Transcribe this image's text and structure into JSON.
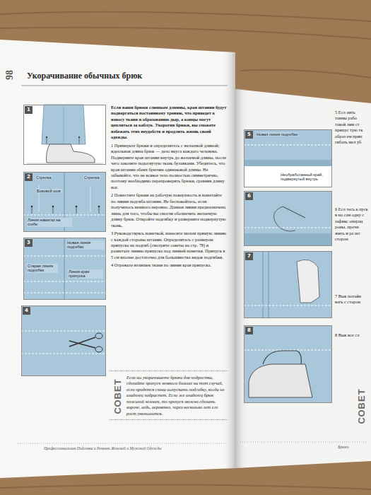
{
  "diagram": {
    "title": "Укорачивание обычных брюк",
    "nodes": [
      {
        "text": [
          "1"
        ]
      },
      {
        "text": [
          "2",
          "Стрелка",
          "Боковой шов",
          "Стрелка",
          "Линия наметки на сгибе"
        ]
      },
      {
        "text": [
          "3",
          "Новая линия подгибки",
          "Старая линия подгибки",
          "Линия края припуска"
        ]
      },
      {
        "text": [
          "4"
        ]
      },
      {
        "text": [
          "СОВЕТ",
          "Если вы укорачиваете брюки для подростка, сделайте припуск немного больше на тот случай, если придется снова выпускать подгибку, когда их владелец подрастет. Если же владелец брюк пожилой человек, то припуск можно сделать короче, ведь, вероятно, через несколько лет его рост уменьшится."
        ]
      },
      {
        "text": [
          "5",
          "Новая линия подгибки",
          "Необработанный край, подвернутый внутрь"
        ]
      },
      {
        "text": [
          "6"
        ]
      },
      {
        "text": [
          "7"
        ]
      },
      {
        "text": [
          "8"
        ]
      },
      {
        "text": [
          "СОВЕТ"
        ]
      }
    ],
    "labels": [
      "98",
      "Если ваши брюки слишком длинны, края штанин будут подвергаться постоянному трению, что приведет к износу ткани и образованию дыр, а концы могут цепляться за каблук. Укоротив брюки, вы сможете избежать этих неудобств и продлить жизнь своей одежды.",
      "1 Примерьте брюки и определитесь с желаемой длиной; идеальная длина брюк — дело вкуса каждого человека. Подверните края штанин внутрь до желаемой длины, после чего заколите подогнутую ткань булавками. Убедитесь, что края штанин обеих брючин одинаковой длины. Не забывайте, что не всякое тело полностью симметрично, поэтому необходимо перепроверить брюки, сравнив длину ног.",
      "2 Поместите брюки на рабочую поверхность и наметайте по линии подгиба штанин. Не беспокойтесь, если получилось немного неровно. Данная линия предназначена лишь для того, чтобы вы смогли обозначить желаемую длину брюк. Откройте подгибку и разверните подвернутую ткань.",
      "3 Руководствуясь наметкой, нанесите мелом прямую линию с каждой стороны штанин. Определитесь с размером припуска на подгиб (смотрите советы на стр. 78) и разметьте линию припуска под линией наметки. Припуск в 5 см вполне достаточно для большинства видов подгибки.",
      "4 Отрежьте излишек ткани по линии края припуска.",
      "Профессиональная Подгонка и Ремонт Женской и Мужской Одежды",
      "Брюки",
      "5 Есл лить танны рабо такой лим ст припус тую тк образ ем прип гибать мел уб",
      "6 Есл тесь к пуск в на сам одну с зафикс операц роны, прочн жить и ра шт сторон",
      "7 Выв потайн вать с сторон",
      "8 Выв все сл"
    ]
  }
}
